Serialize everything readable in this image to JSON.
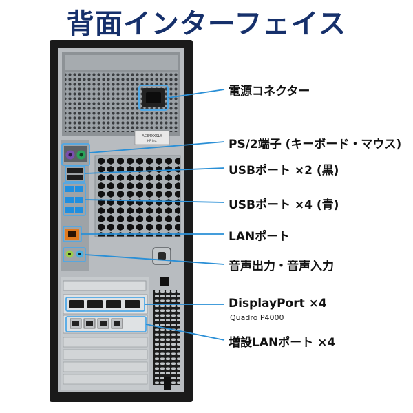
{
  "title": "背面インターフェイス",
  "psu_sticker": {
    "line1": "ACE4XXSLX",
    "line2": "HP Inc."
  },
  "callouts": [
    {
      "label": "電源コネクター"
    },
    {
      "label": "PS/2端子 (キーボード・マウス)"
    },
    {
      "label": "USBポート ×2 (黒)"
    },
    {
      "label": "USBポート ×4 (青)"
    },
    {
      "label": "LANポート"
    },
    {
      "label": "音声出力・音声入力"
    },
    {
      "label": "DisplayPort ×4",
      "sublabel": "Quadro P4000"
    },
    {
      "label": "増設LANポート ×4"
    }
  ],
  "colors": {
    "title": "#16306b",
    "callout_line": "#2a8fd6",
    "callout_box": "#4fa8e6",
    "chassis": "#1a1a1a",
    "panel": "#b8bcc0",
    "usb_blue": "#1f8fe0",
    "lan_orange": "#e07a1e",
    "ps2_purple": "#7a4fb0",
    "ps2_green": "#2aa35a",
    "audio_green": "#9ccf4a",
    "audio_blue": "#4cb0e0"
  }
}
